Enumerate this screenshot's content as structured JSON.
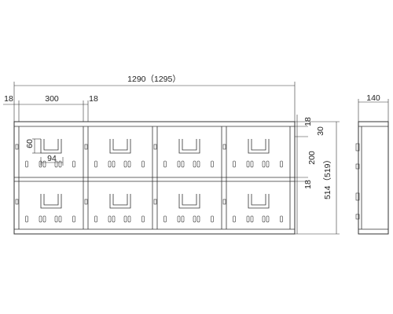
{
  "dims": {
    "overall_width": "1290（1295）",
    "left_side": "18",
    "door_width": "300",
    "partition": "18",
    "depth": "140",
    "top_panel": "18",
    "gap": "30",
    "door_height": "200",
    "shelf": "18",
    "overall_height": "514（519）",
    "handle_height": "60",
    "handle_width": "94"
  }
}
